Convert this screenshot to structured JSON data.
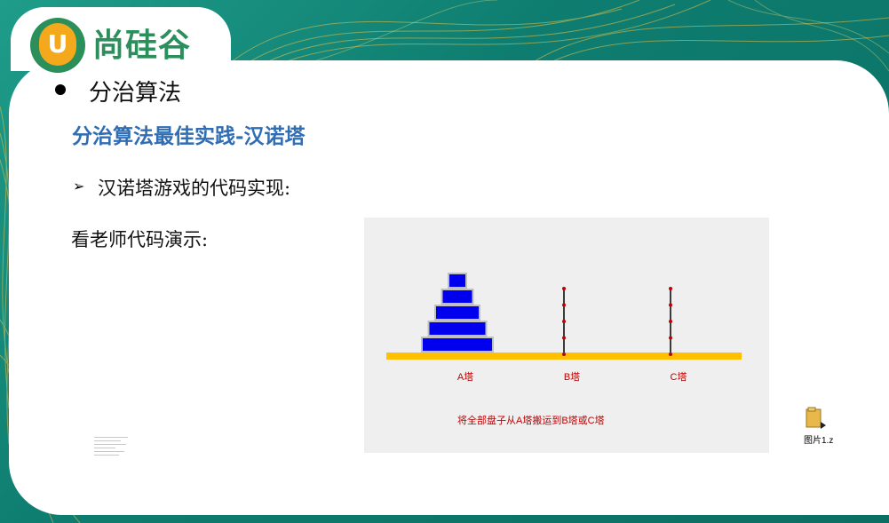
{
  "logo": {
    "badge_letter": "U",
    "brand_text": "尚硅谷"
  },
  "slide": {
    "bullet_title": "分治算法",
    "subtitle": "分治算法最佳实践-汉诺塔",
    "list_item": "汉诺塔游戏的代码实现:",
    "demo_note": "看老师代码演示:"
  },
  "hanoi": {
    "pegs": [
      {
        "label": "A塔",
        "disks": 5
      },
      {
        "label": "B塔",
        "disks": 0
      },
      {
        "label": "C塔",
        "disks": 0
      }
    ],
    "status": "将全部盘子从A塔搬运到B塔或C塔",
    "colors": {
      "disk": "#0000ee",
      "disk_border": "#c0c0c0",
      "base": "#ffc000",
      "peg": "#000000",
      "peg_dot": "#c00000",
      "panel": "#efefef"
    }
  },
  "attachment": {
    "icon": "folder-file-icon",
    "label": "图片1.z"
  }
}
